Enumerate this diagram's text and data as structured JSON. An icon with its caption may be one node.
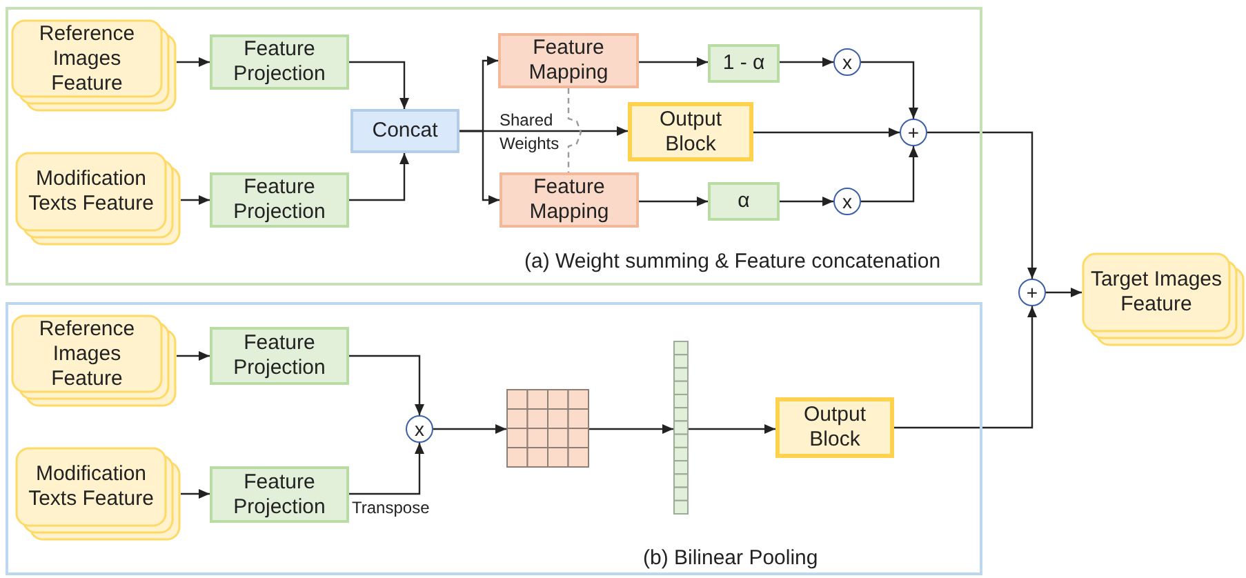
{
  "diagram": {
    "nodes": [
      {
        "text": [
          "(a) Weight summing & Feature concatenation"
        ]
      },
      {
        "text": [
          "Reference Images Feature"
        ],
        "in": 0
      },
      {
        "text": [
          "Feature Projection"
        ],
        "in": 0
      },
      {
        "text": [
          "Modification Texts Feature"
        ],
        "in": 0
      },
      {
        "text": [
          "Feature Projection"
        ],
        "in": 0
      },
      {
        "text": [
          "Concat"
        ],
        "in": 0
      },
      {
        "text": [
          "Feature Mapping"
        ],
        "in": 0
      },
      {
        "text": [
          "Output Block"
        ],
        "in": 0
      },
      {
        "text": [
          "Feature Mapping"
        ],
        "in": 0
      },
      {
        "text": [
          "1 - α"
        ],
        "in": 0
      },
      {
        "text": [
          "α"
        ],
        "in": 0
      },
      {
        "text": [
          "x"
        ],
        "in": 0
      },
      {
        "text": [
          "x"
        ],
        "in": 0
      },
      {
        "text": [
          "+"
        ],
        "in": 0
      },
      {
        "text": [
          "(b) Bilinear Pooling"
        ]
      },
      {
        "text": [
          "Reference Images Feature"
        ],
        "in": 14
      },
      {
        "text": [
          "Feature Projection"
        ],
        "in": 14
      },
      {
        "text": [
          "Modification Texts Feature"
        ],
        "in": 14
      },
      {
        "text": [
          "Feature Projection"
        ],
        "in": 14
      },
      {
        "text": [
          "x"
        ],
        "in": 14
      },
      {
        "text": [],
        "shape": "grid",
        "in": 14
      },
      {
        "text": [],
        "shape": "bar",
        "in": 14
      },
      {
        "text": [
          "Output Block"
        ],
        "in": 14
      },
      {
        "text": [
          "+"
        ]
      },
      {
        "text": [
          "Target Images Feature"
        ]
      }
    ],
    "edges": [
      {
        "from": 1,
        "to": 2,
        "arrow": "to"
      },
      {
        "from": 3,
        "to": 4,
        "arrow": "to"
      },
      {
        "from": 2,
        "to": 5,
        "arrow": "to"
      },
      {
        "from": 4,
        "to": 5,
        "arrow": "to"
      },
      {
        "from": 5,
        "to": 6,
        "arrow": "to"
      },
      {
        "from": 5,
        "to": 7,
        "arrow": "to"
      },
      {
        "from": 5,
        "to": 8,
        "arrow": "to"
      },
      {
        "from": 6,
        "to": 8,
        "arrow": "none",
        "label": "Shared Weights",
        "style": "dashed",
        "color": "#9a9a9a"
      },
      {
        "from": 6,
        "to": 9,
        "arrow": "to"
      },
      {
        "from": 8,
        "to": 10,
        "arrow": "to"
      },
      {
        "from": 9,
        "to": 11,
        "arrow": "to"
      },
      {
        "from": 10,
        "to": 12,
        "arrow": "to"
      },
      {
        "from": 11,
        "to": 13,
        "arrow": "to"
      },
      {
        "from": 7,
        "to": 13,
        "arrow": "to"
      },
      {
        "from": 12,
        "to": 13,
        "arrow": "to"
      },
      {
        "from": 13,
        "to": 23,
        "arrow": "to"
      },
      {
        "from": 15,
        "to": 16,
        "arrow": "to"
      },
      {
        "from": 17,
        "to": 18,
        "arrow": "to"
      },
      {
        "from": 16,
        "to": 19,
        "arrow": "to"
      },
      {
        "from": 18,
        "to": 19,
        "arrow": "to",
        "label": "Transpose"
      },
      {
        "from": 19,
        "to": 20,
        "arrow": "to"
      },
      {
        "from": 20,
        "to": 21,
        "arrow": "to"
      },
      {
        "from": 21,
        "to": 22,
        "arrow": "to"
      },
      {
        "from": 22,
        "to": 23,
        "arrow": "to"
      },
      {
        "from": 23,
        "to": 24,
        "arrow": "to"
      }
    ]
  }
}
